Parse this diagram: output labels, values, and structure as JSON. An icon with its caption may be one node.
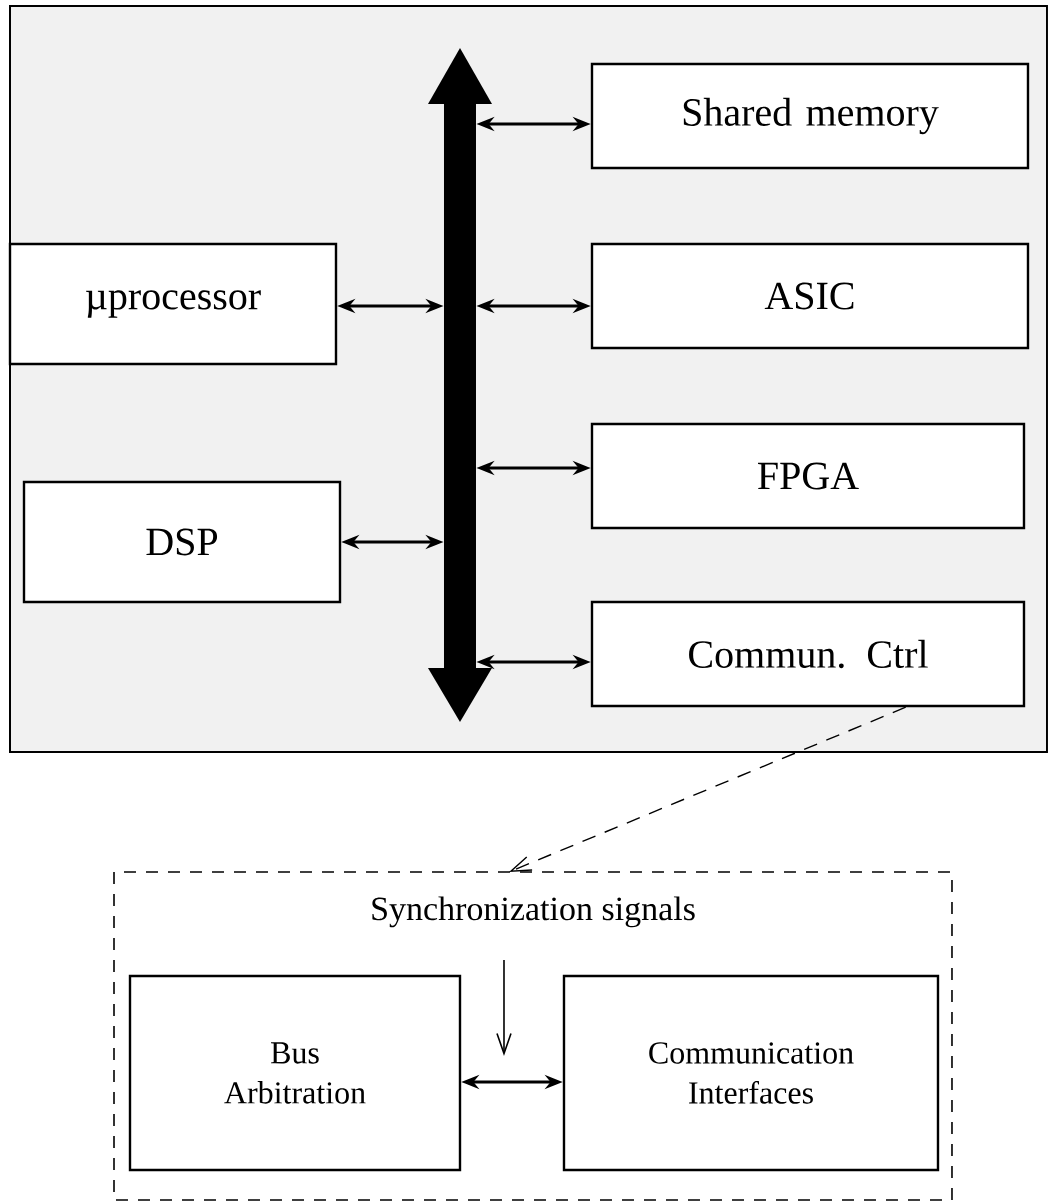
{
  "diagram": {
    "nodes": [
      {
        "text": [],
        "shape": "bar"
      },
      {
        "text": [
          "Shared memory"
        ]
      },
      {
        "text": [
          "µprocessor"
        ]
      },
      {
        "text": [
          "ASIC"
        ]
      },
      {
        "text": [
          "FPGA"
        ]
      },
      {
        "text": [
          "DSP"
        ]
      },
      {
        "text": [
          "Commun. Ctrl"
        ]
      },
      {
        "text": [
          "Synchronization signals"
        ]
      },
      {
        "text": [
          "Bus Arbitration"
        ],
        "in": 7
      },
      {
        "text": [
          "Communication Interfaces"
        ],
        "in": 7
      }
    ],
    "edges": [
      {
        "from": 1,
        "to": 0,
        "arrow": "both"
      },
      {
        "from": 2,
        "to": 0,
        "arrow": "both"
      },
      {
        "from": 3,
        "to": 0,
        "arrow": "both"
      },
      {
        "from": 4,
        "to": 0,
        "arrow": "both"
      },
      {
        "from": 5,
        "to": 0,
        "arrow": "both"
      },
      {
        "from": 6,
        "to": 0,
        "arrow": "both"
      },
      {
        "from": 6,
        "to": 7,
        "arrow": "to",
        "style": "dashed"
      },
      {
        "from": 8,
        "to": 9,
        "arrow": "both"
      }
    ]
  }
}
